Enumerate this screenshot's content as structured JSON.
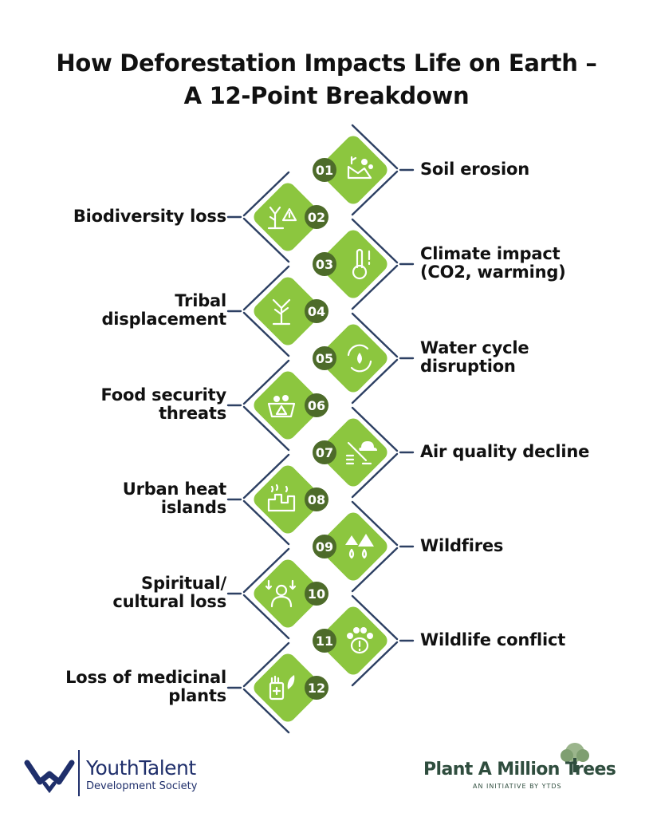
{
  "title": {
    "line1": "How Deforestation Impacts Life on Earth –",
    "line2": "A 12-Point Breakdown"
  },
  "colors": {
    "tile_green": "#8cc63f",
    "badge_green": "#4d6b2a",
    "outline_navy": "#2d4063",
    "brand_navy": "#1f2f6b",
    "brand_green": "#2f4d3e"
  },
  "items": [
    {
      "number": "01",
      "label": [
        "Soil erosion"
      ],
      "icon": "soil-erosion-icon"
    },
    {
      "number": "02",
      "label": [
        "Biodiversity loss"
      ],
      "icon": "dead-plant-warning-icon"
    },
    {
      "number": "03",
      "label": [
        "Climate impact",
        "(CO2, warming)"
      ],
      "icon": "thermometer-globe-icon"
    },
    {
      "number": "04",
      "label": [
        "Tribal",
        "displacement"
      ],
      "icon": "bare-tree-icon"
    },
    {
      "number": "05",
      "label": [
        "Water cycle",
        "disruption"
      ],
      "icon": "water-cycle-icon"
    },
    {
      "number": "06",
      "label": [
        "Food security",
        "threats"
      ],
      "icon": "food-basket-warning-icon"
    },
    {
      "number": "07",
      "label": [
        "Air quality decline"
      ],
      "icon": "air-pollution-icon"
    },
    {
      "number": "08",
      "label": [
        "Urban heat",
        "islands"
      ],
      "icon": "city-heat-icon"
    },
    {
      "number": "09",
      "label": [
        "Wildfires"
      ],
      "icon": "forest-fire-icon"
    },
    {
      "number": "10",
      "label": [
        "Spiritual/",
        "cultural loss"
      ],
      "icon": "person-cultural-loss-icon"
    },
    {
      "number": "11",
      "label": [
        "Wildlife conflict"
      ],
      "icon": "paw-warning-icon"
    },
    {
      "number": "12",
      "label": [
        "Loss of medicinal",
        "plants"
      ],
      "icon": "medicine-bottle-icon"
    }
  ],
  "footer": {
    "left_logo_name": "YouthTalent",
    "left_logo_sub": "Development Society",
    "right_logo_name": "Plant A Million Trees",
    "right_logo_sub": "AN INITIATIVE BY YTDS"
  }
}
